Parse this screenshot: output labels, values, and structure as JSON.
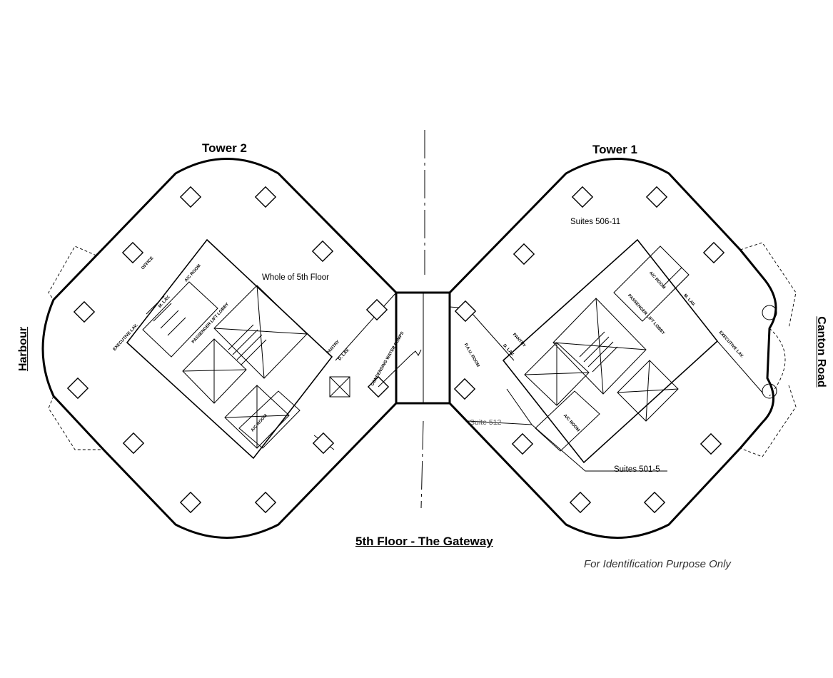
{
  "title": "5th Floor - The Gateway",
  "disclaimer": "For Identification Purpose Only",
  "orientation": {
    "left": "Harbour",
    "right": "Canton Road"
  },
  "towers": [
    {
      "name": "Tower 2",
      "suites": [
        {
          "label": "Whole of 5th Floor"
        }
      ],
      "room_labels": [
        "OFFICE",
        "A/C ROOM",
        "M. LAV.",
        "PASSENGER LIFT LOBBY",
        "EXECUTIVE LAV.",
        "PANTRY",
        "D. LAV.",
        "CONDENSING WATER PUMPS",
        "A/C ROOM"
      ]
    },
    {
      "name": "Tower 1",
      "suites": [
        {
          "label": "Suites 506-11"
        },
        {
          "label": "Suite 512"
        },
        {
          "label": "Suites 501-5"
        }
      ],
      "room_labels": [
        "A/C ROOM",
        "M. LAV.",
        "PASSENGER LIFT LOBBY",
        "EXECUTIVE LAV.",
        "PANTRY",
        "D. LAV.",
        "P.A.U. ROOM",
        "A/C ROOM"
      ]
    }
  ]
}
